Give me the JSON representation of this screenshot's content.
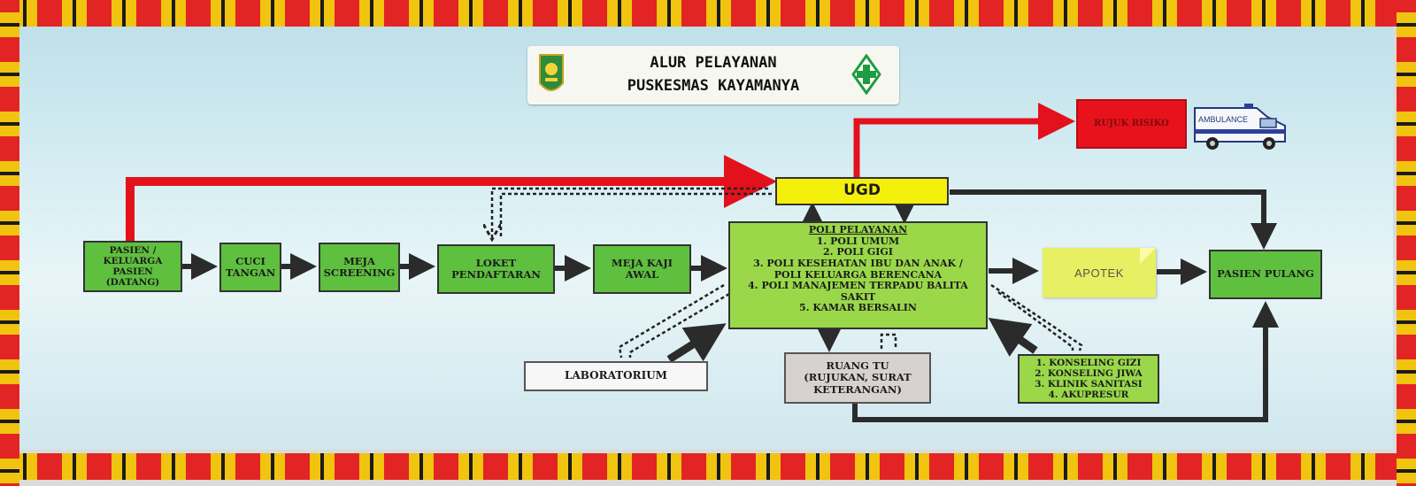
{
  "header": {
    "title_line1": "ALUR PELAYANAN",
    "title_line2": "PUSKESMAS KAYAMANYA",
    "left_logo": "regional-emblem-icon",
    "right_logo": "green-cross-icon"
  },
  "nodes": {
    "pasien": "PASIEN / KELUARGA PASIEN (DATANG)",
    "cuci": "CUCI TANGAN",
    "screening": "MEJA SCREENING",
    "loket": "LOKET PENDAFTARAN",
    "kaji": "MEJA KAJI AWAL",
    "ugd": "UGD",
    "rujuk": "RUJUK RISIKO",
    "ambulance": "AMBULANCE",
    "apotek": "APOTEK",
    "pulang": "PASIEN PULANG",
    "lab": "LABORATORIUM",
    "tu_title": "RUANG TU",
    "tu_sub": "(RUJUKAN, SURAT KETERANGAN)"
  },
  "poli": {
    "title": "POLI PELAYANAN",
    "items": [
      "1. POLI UMUM",
      "2. POLI GIGI",
      "3. POLI KESEHATAN IBU DAN ANAK / POLI KELUARGA BERENCANA",
      "4. POLI MANAJEMEN TERPADU BALITA SAKIT",
      "5. KAMAR BERSALIN"
    ]
  },
  "konseling": {
    "items": [
      "1. KONSELING GIZI",
      "2. KONSELING JIWA",
      "3. KLINIK SANITASI",
      "4. AKUPRESUR"
    ]
  },
  "colors": {
    "arrow_red": "#e3111c",
    "arrow_dark": "#2b2b2b",
    "box_green": "#5fbf3f",
    "box_lime": "#9ad84a",
    "ugd_yellow": "#f4f00c",
    "rujuk_red": "#e8121c"
  }
}
